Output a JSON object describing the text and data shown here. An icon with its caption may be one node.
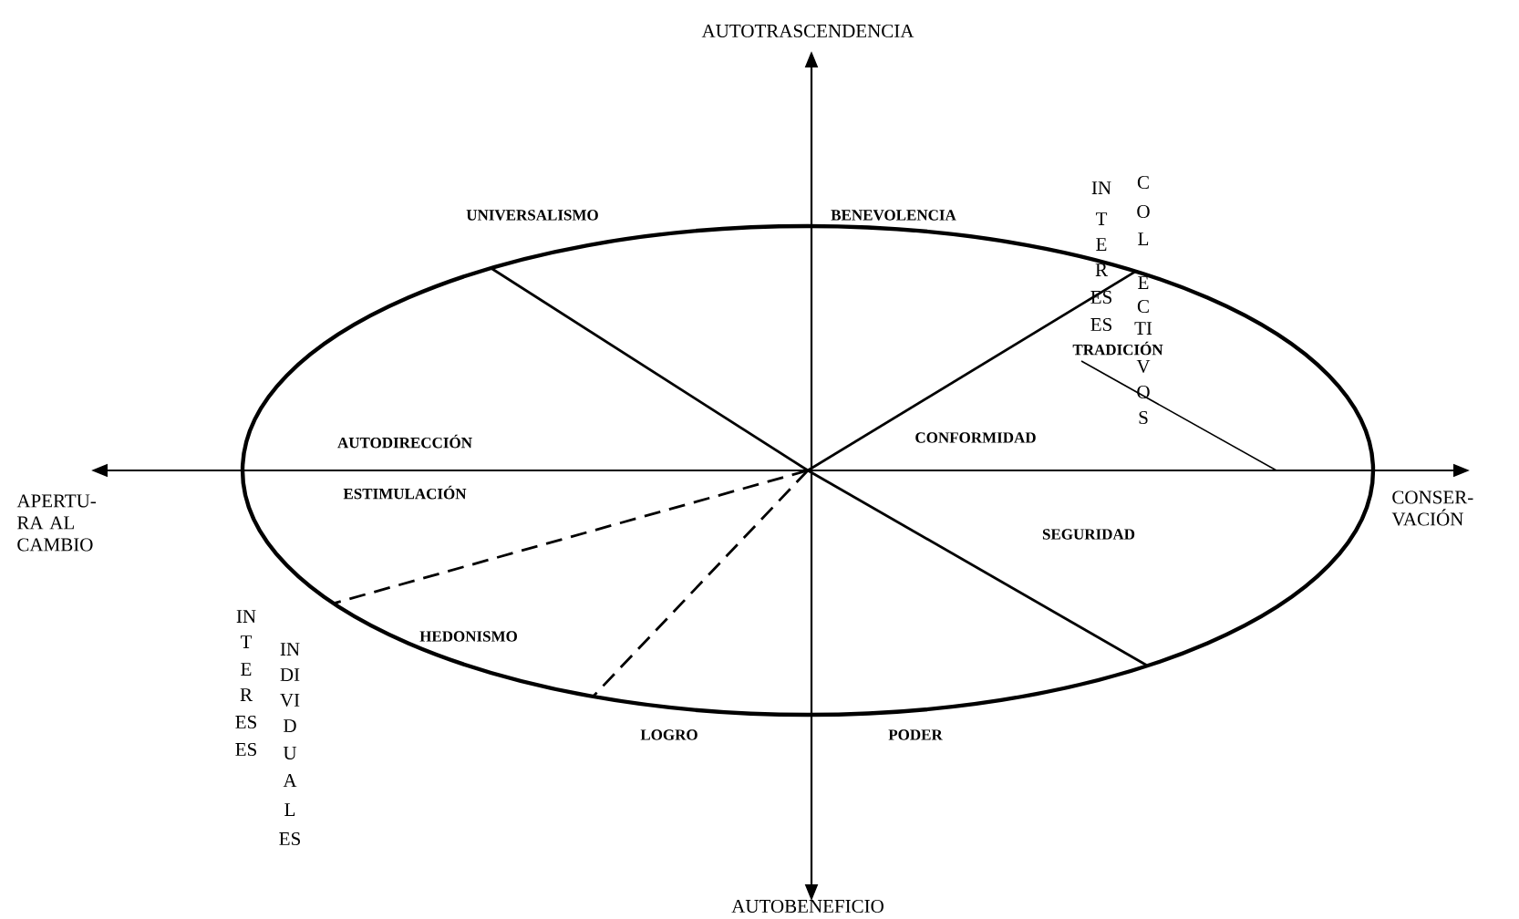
{
  "diagram": {
    "labels": [
      "AUTOTRASCENDENCIA",
      "IN",
      "T",
      "E",
      "R",
      "ES",
      "ES",
      "C",
      "O",
      "L",
      "E",
      "C",
      "TI",
      "V",
      "O",
      "S",
      "UNIVERSALISMO",
      "BENEVOLENCIA",
      "TRADICIÓN",
      "AUTODIRECCIÓN",
      "CONFORMIDAD",
      "APERTU- RA AL CAMBIO",
      "ESTIMULACIÓN",
      "CONSER- VACIÓN",
      "SEGURIDAD",
      "HEDONISMO",
      "IN",
      "T",
      "E",
      "R",
      "ES",
      "ES",
      "IN",
      "DI",
      "VI",
      "D",
      "U",
      "A",
      "L",
      "ES",
      "LOGRO",
      "PODER",
      "AUTOBENEFICIO"
    ]
  }
}
